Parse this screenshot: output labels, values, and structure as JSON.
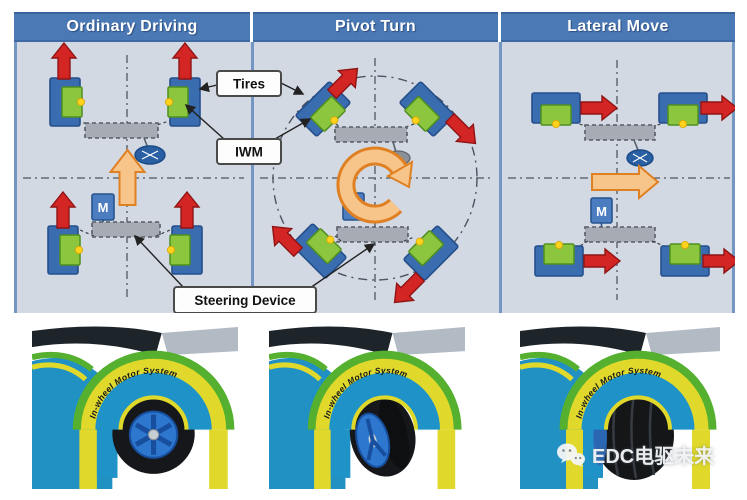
{
  "panels": [
    {
      "title": "Ordinary Driving"
    },
    {
      "title": "Pivot Turn"
    },
    {
      "title": "Lateral Move"
    }
  ],
  "callouts": {
    "tires": "Tires",
    "iwm": "IWM",
    "steering": "Steering Device"
  },
  "motor_label": "M",
  "photo_caption": "In-wheel Motor System",
  "watermark": {
    "brand": "EDC电驱未来",
    "icon": "wechat-icon"
  },
  "colors": {
    "header_blue": "#4a79b5",
    "diagram_bg": "#d3d9e3",
    "tire_blue": "#3a6cb0",
    "iwm_green": "#8cc63f",
    "marker_yellow": "#ffd21e",
    "arrow_red": "#d42525",
    "arrow_orange_fill": "#f7c489",
    "arrow_orange_edge": "#df8023",
    "axle_gray": "#a7acb4",
    "body_blue": "#1f93c7",
    "stripe_green": "#54b02e",
    "stripe_yellow": "#e0d92c"
  }
}
